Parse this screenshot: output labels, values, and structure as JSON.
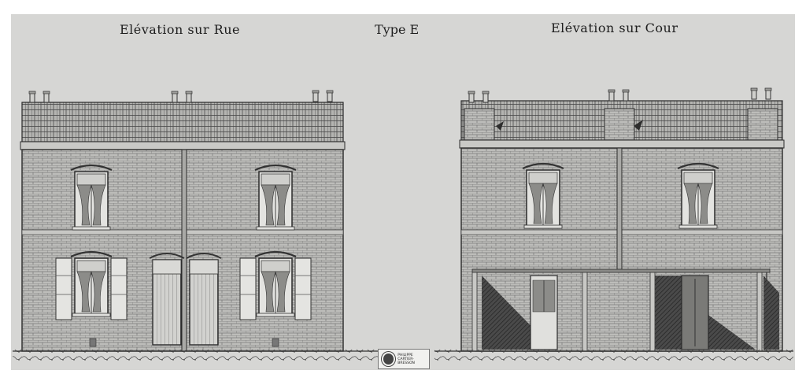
{
  "titles": {
    "left": "Elévation sur Rue",
    "center": "Type E",
    "right": "Elévation sur Cour"
  },
  "stamp": {
    "line1": "PHILIPPE",
    "line2": "CARTIER-BRESSON"
  },
  "colors": {
    "paper": "#d6d6d4",
    "ink": "#2a2a2a",
    "brick": "#bdbdba",
    "roof": "#b4b4b1",
    "shadow": "#3a3a3a"
  }
}
